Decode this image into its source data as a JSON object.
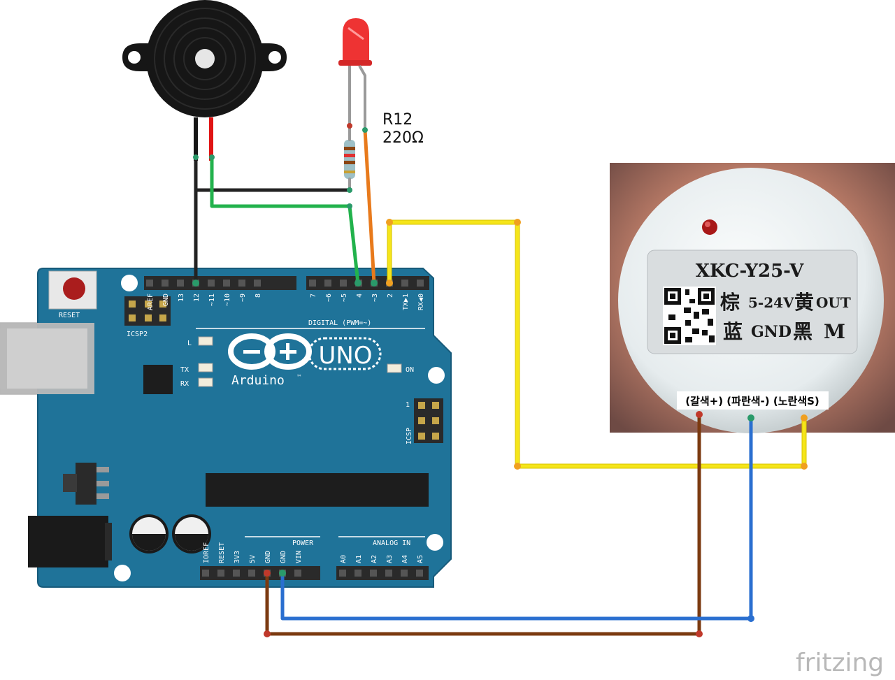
{
  "resistor": {
    "designator": "R12",
    "value": "220Ω"
  },
  "board": {
    "logo_model": "UNO",
    "brand": "Arduino",
    "trademark": "™",
    "reset_label": "RESET",
    "icsp2_label": "ICSP2",
    "icsp_label": "ICSP",
    "icsp_pin1": "1",
    "led_l": "L",
    "led_tx": "TX",
    "led_rx": "RX",
    "on_label": "ON",
    "digital_header_title": "DIGITAL (PWM=~)",
    "power_header_title": "POWER",
    "analog_header_title": "ANALOG IN",
    "top_pins_left": [
      "AREF",
      "GND",
      "13",
      "12",
      "~11",
      "~10",
      "~9",
      "8"
    ],
    "top_pins_right": [
      "7",
      "~6",
      "~5",
      "4",
      "~3",
      "2",
      "TX▶1",
      "RX◀0"
    ],
    "power_pins": [
      "IOREF",
      "RESET",
      "3V3",
      "5V",
      "GND",
      "GND",
      "VIN"
    ],
    "analog_pins": [
      "A0",
      "A1",
      "A2",
      "A3",
      "A4",
      "A5"
    ]
  },
  "sensor": {
    "model": "XKC-Y25-V",
    "row1_left": "棕",
    "row1_voltage": "5-24V",
    "row1_yellow": "黄",
    "row1_out": "OUT",
    "row2_blue": "蓝",
    "row2_gnd": "GND",
    "row2_black": "黑",
    "row2_m": "M",
    "wire_caption": "(갈색+) (파란색-) (노란색S)"
  },
  "watermark": "fritzing",
  "colors": {
    "board": "#1f7399",
    "wire_black": "#222222",
    "wire_green": "#22b24c",
    "wire_orange": "#e87a1c",
    "wire_yellow": "#f5e51a",
    "wire_brown": "#7b3a10",
    "wire_blue": "#2a6fd0",
    "led_red": "#ee3333"
  }
}
